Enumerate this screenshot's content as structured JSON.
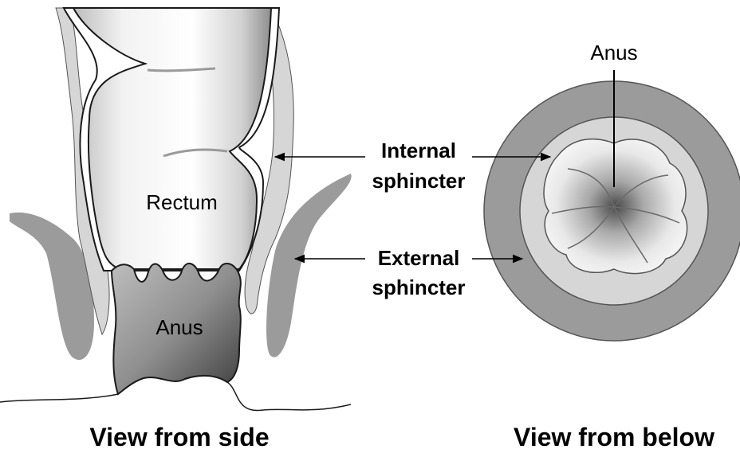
{
  "labels": {
    "rectum": "Rectum",
    "anus_side": "Anus",
    "anus_below": "Anus",
    "internal_sphincter": [
      "Internal",
      "sphincter"
    ],
    "external_sphincter": [
      "External",
      "sphincter"
    ]
  },
  "captions": {
    "side": "View from side",
    "below": "View from below"
  },
  "colors": {
    "external_muscle": "#9b9b9b",
    "internal_muscle": "#d6d6d6",
    "outline": "#1a1a1a"
  }
}
